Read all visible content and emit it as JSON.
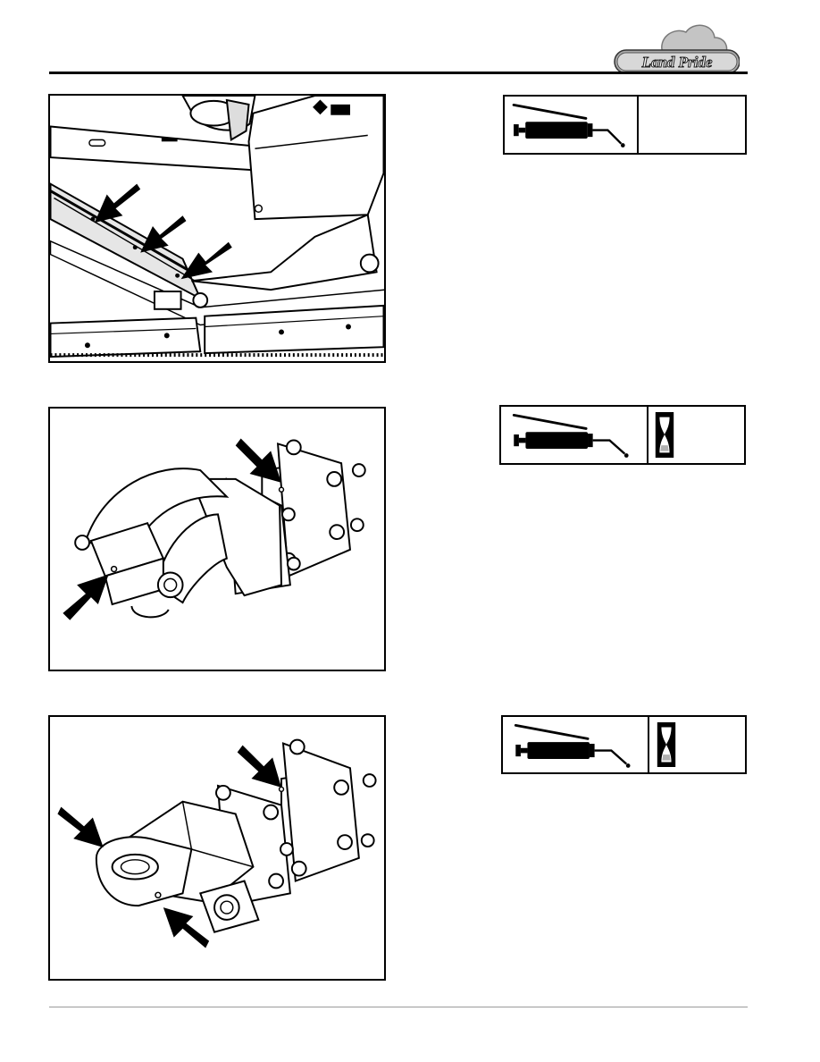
{
  "header": {
    "brand": "Land Pride"
  },
  "figures": [
    {
      "id": "fig1",
      "subject": "deck-hinge-grease-points",
      "arrow_count": 3
    },
    {
      "id": "fig2",
      "subject": "hitch-swivel-grease-points",
      "arrow_count": 2
    },
    {
      "id": "fig3",
      "subject": "clevis-hitch-grease-points",
      "arrow_count": 3
    }
  ],
  "lube_boxes": [
    {
      "icon": "grease-gun-icon",
      "interval_icon": null,
      "interval_text": ""
    },
    {
      "icon": "grease-gun-icon",
      "interval_icon": "hourglass-icon",
      "interval_text": ""
    },
    {
      "icon": "grease-gun-icon",
      "interval_icon": "hourglass-icon",
      "interval_text": ""
    }
  ],
  "colors": {
    "ink": "#000000",
    "rule": "#000000",
    "footer_rule": "#9a9a9a",
    "logo_fill": "#b5b5b5"
  }
}
